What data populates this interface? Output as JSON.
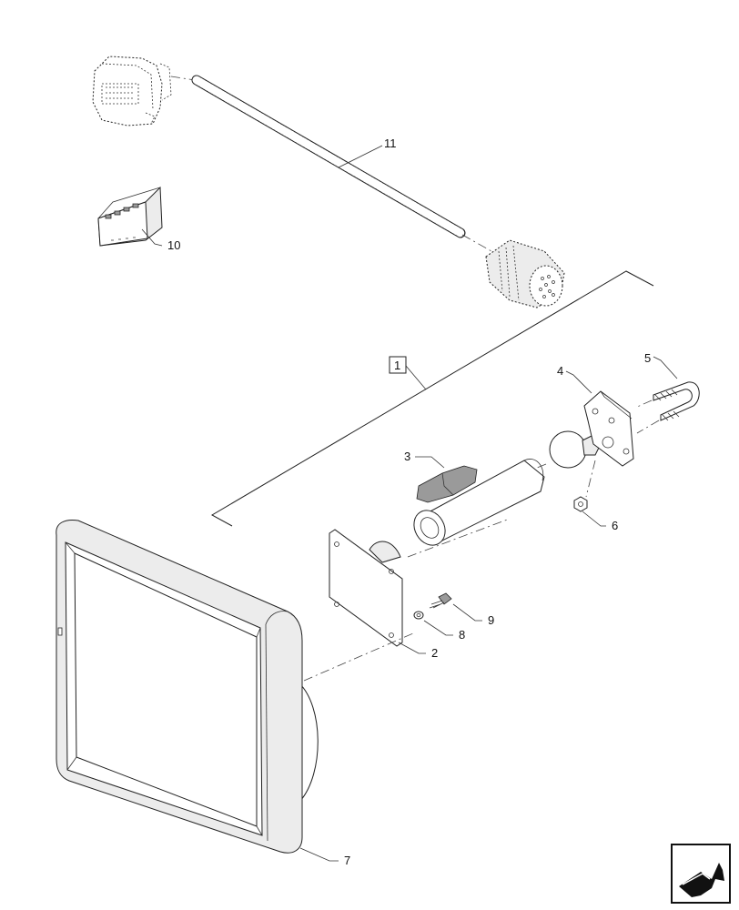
{
  "callouts": {
    "c1": "1",
    "c2": "2",
    "c3": "3",
    "c4": "4",
    "c5": "5",
    "c6": "6",
    "c7": "7",
    "c8": "8",
    "c9": "9",
    "c10": "10",
    "c11": "11"
  },
  "icons": {
    "navigation": "next-page-arrow-icon"
  }
}
